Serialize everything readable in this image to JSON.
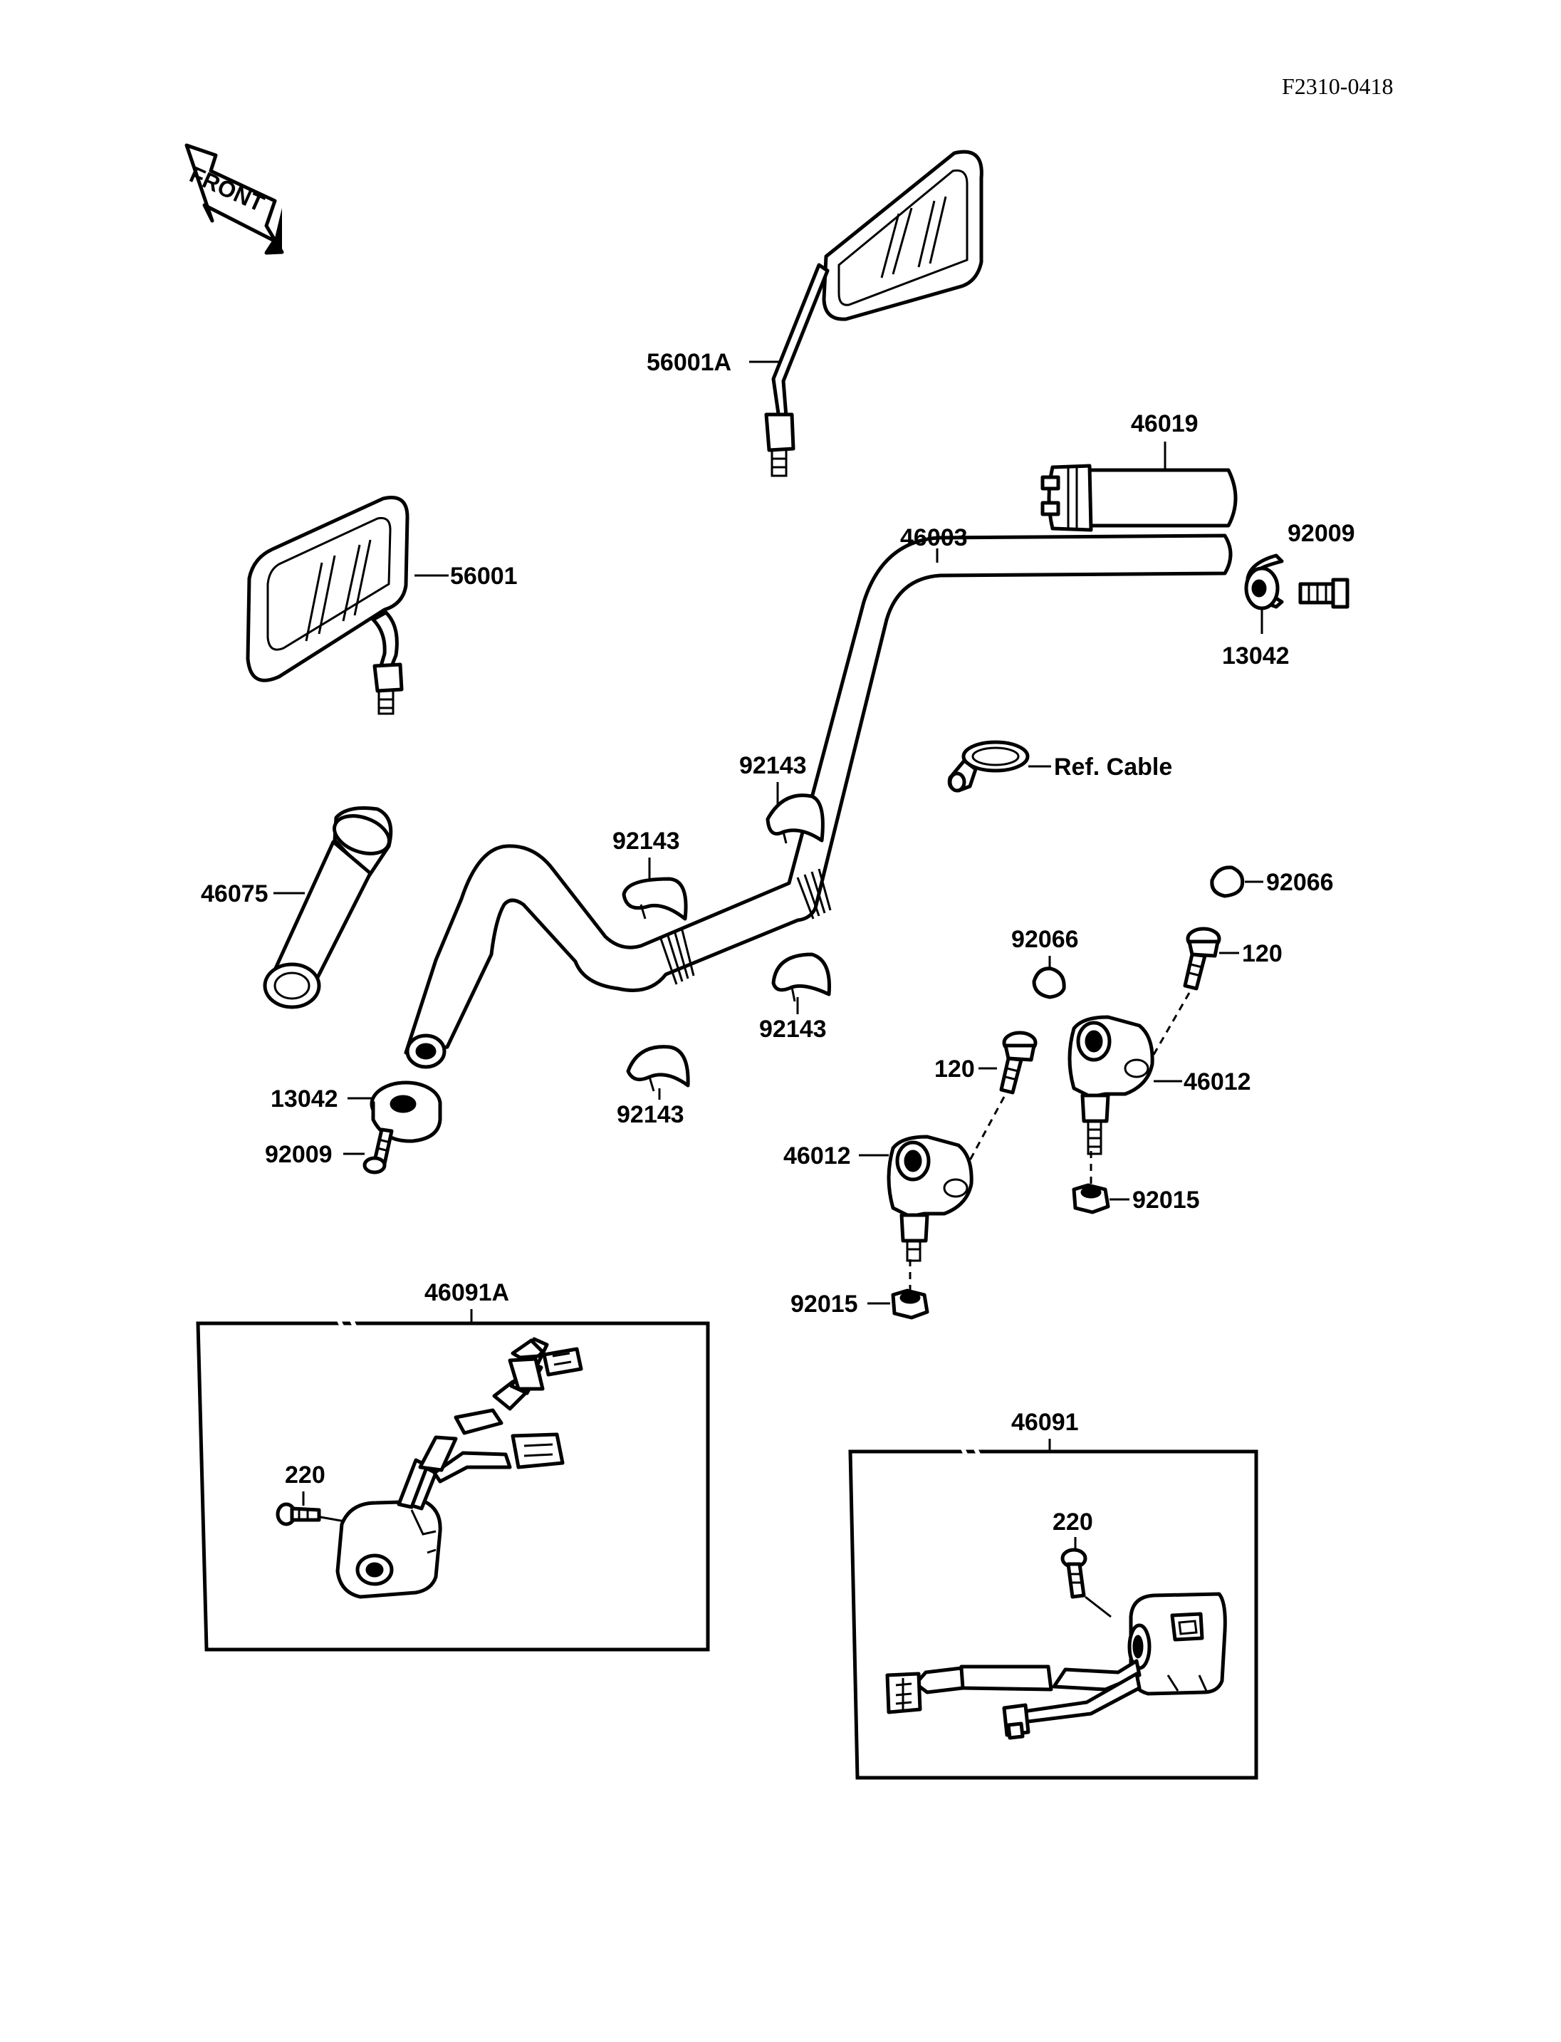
{
  "figure_code": "F2310-0418",
  "direction_label": "FRONT",
  "parts": {
    "mirror_right": "56001A",
    "mirror_left": "56001",
    "throttle_grip": "46019",
    "handlebar": "46003",
    "bolt_right_end": "92009",
    "weight_right_end": "13042",
    "ref_cable": "Ref. Cable",
    "damper_a": "92143",
    "damper_b": "92143",
    "damper_c": "92143",
    "damper_d": "92143",
    "grip_left": "46075",
    "cap_a": "92066",
    "cap_b": "92066",
    "bolt_120_a": "120",
    "bolt_120_b": "120",
    "holder_a": "46012",
    "holder_b": "46012",
    "weight_left_end": "13042",
    "bolt_left_end": "92009",
    "nut_a": "92015",
    "nut_b": "92015",
    "switch_left_box": "46091A",
    "screw_left": "220",
    "switch_right_box": "46091",
    "screw_right": "220"
  }
}
